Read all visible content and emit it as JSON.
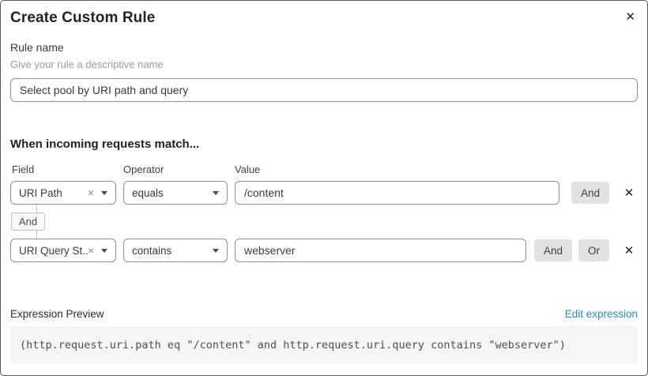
{
  "modal": {
    "title": "Create Custom Rule"
  },
  "icons": {
    "close": "✕",
    "clear": "×",
    "remove": "✕"
  },
  "rule_name": {
    "label": "Rule name",
    "hint": "Give your rule a descriptive name",
    "value": "Select pool by URI path and query"
  },
  "match_section": {
    "heading": "When incoming requests match...",
    "columns": {
      "field": "Field",
      "operator": "Operator",
      "value": "Value"
    },
    "connector_label": "And",
    "rows": [
      {
        "field": "URI Path",
        "operator": "equals",
        "value": "/content",
        "and_label": "And"
      },
      {
        "field": "URI Query St...",
        "operator": "contains",
        "value": "webserver",
        "and_label": "And",
        "or_label": "Or"
      }
    ]
  },
  "expression_preview": {
    "label": "Expression Preview",
    "edit_link": "Edit expression",
    "expression": "(http.request.uri.path eq \"/content\" and http.request.uri.query contains \"webserver\")"
  },
  "colors": {
    "link_blue": "#1f8dc9",
    "button_gray": "#e2e2e2",
    "code_bg": "#f5f5f5",
    "border_gray": "#8f8f8f"
  }
}
